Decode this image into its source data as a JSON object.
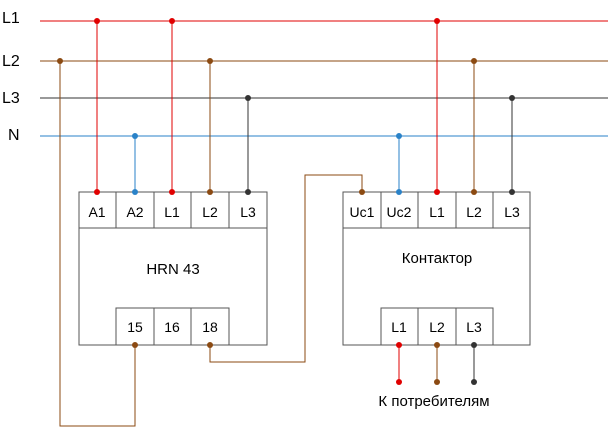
{
  "bus_labels": {
    "l1": "L1",
    "l2": "L2",
    "l3": "L3",
    "n": "N"
  },
  "relay": {
    "name": "HRN 43",
    "top_terminals": [
      "A1",
      "A2",
      "L1",
      "L2",
      "L3"
    ],
    "bottom_terminals": [
      "15",
      "16",
      "18"
    ]
  },
  "contactor": {
    "name": "Контактор",
    "top_terminals": [
      "Uc1",
      "Uc2",
      "L1",
      "L2",
      "L3"
    ],
    "bottom_terminals": [
      "L1",
      "L2",
      "L3"
    ]
  },
  "load_label": "К потребителям",
  "colors": {
    "l1": "#e00000",
    "l2": "#8b4a12",
    "l3": "#333333",
    "n": "#2a82c8",
    "box": "#555555"
  }
}
